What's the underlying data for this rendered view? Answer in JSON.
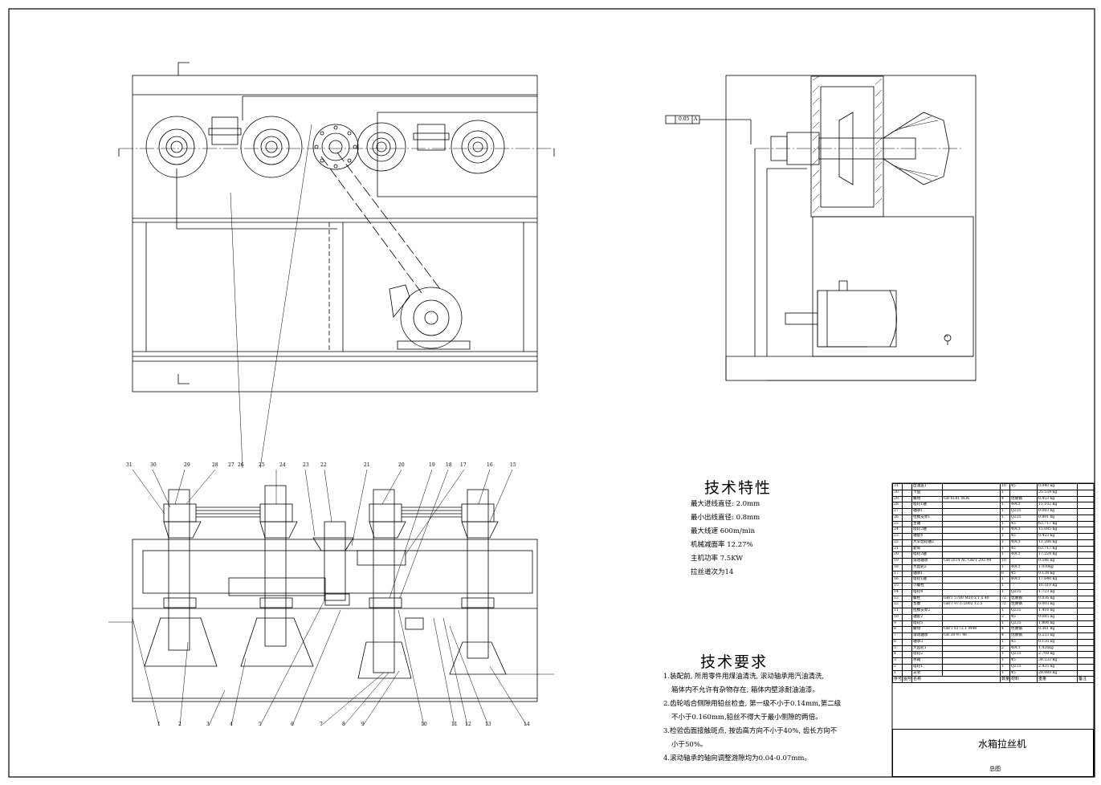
{
  "drawing": {
    "gtol_flatness": "0.05",
    "gtol_datum": "A",
    "datum_marker": "A",
    "callouts_top": [
      "31",
      "30",
      "29",
      "28",
      "27",
      "26",
      "25",
      "24",
      "23",
      "22",
      "21",
      "20",
      "19",
      "18",
      "17",
      "16",
      "15"
    ],
    "callouts_bottom": [
      "1",
      "2",
      "3",
      "4",
      "5",
      "6",
      "7",
      "8",
      "9",
      "10",
      "11",
      "12",
      "13",
      "14"
    ]
  },
  "tech_specs": {
    "title": "技术特性",
    "lines": [
      "最大进线直径: 2.0mm",
      "最小出线直径: 0.8mm",
      "最大线速 600m/min",
      "机械减面率 12.27%",
      "主机功率 7.5KW",
      "拉丝道次为14"
    ]
  },
  "tech_requirements": {
    "title": "技术要求",
    "lines": [
      "1.装配前, 所用零件用煤油清洗, 滚动轴承用汽油清洗,",
      "箱体内不允许有杂物存在, 箱体内壁涂耐油油漆。",
      "2.齿轮啮合侧隙用铅丝检查, 第一级不小于0.14mm,第二级",
      "不小于0.160mm,铅丝不得大于最小侧隙的两倍。",
      "3.检验齿面接触斑点, 按齿高方向不小于40%, 齿长方向不",
      "小于50%。",
      "4.滚动轴承的轴向调整游隙均为0.04-0.07mm。"
    ]
  },
  "bom": {
    "header": [
      "序号",
      "图号",
      "名称",
      "数量",
      "材料",
      "重量",
      "备注"
    ],
    "rows": [
      [
        "31",
        "",
        "出油盖1",
        "",
        "10",
        "45",
        "0.040 kg",
        ""
      ],
      [
        "30",
        "",
        "卡盘",
        "",
        "1",
        "",
        "35.559 kg",
        ""
      ],
      [
        "29",
        "",
        "螺母",
        "GB 6181 M36",
        "4",
        "优质钢",
        "0.453 kg",
        ""
      ],
      [
        "28",
        "",
        "塔轮1轴",
        "",
        "1",
        "40Cr",
        "15.102 kg",
        ""
      ],
      [
        "27",
        "",
        "轴承1",
        "",
        "1",
        "Q235",
        "0.083 kg",
        ""
      ],
      [
        "26",
        "",
        "拉模支架1",
        "",
        "1",
        "Q235",
        "0.891 kg",
        ""
      ],
      [
        "25",
        "",
        "主轴",
        "",
        "1",
        "45",
        "63.717 kg",
        ""
      ],
      [
        "24",
        "",
        "塔轮2轴",
        "",
        "1",
        "40Cr",
        "15.085 kg",
        ""
      ],
      [
        "23",
        "",
        "轴套4",
        "",
        "1",
        "45",
        "0.423 kg",
        ""
      ],
      [
        "22",
        "",
        "大伞齿轮轴2",
        "",
        "1",
        "40Cr",
        "11.266 kg",
        ""
      ],
      [
        "21",
        "",
        "套筒",
        "",
        "1",
        "45",
        "63.717 kg",
        ""
      ],
      [
        "20",
        "",
        "塔轮3轴",
        "",
        "1",
        "40Cr",
        "17.224 kg",
        ""
      ],
      [
        "19",
        "",
        "滚动轴承",
        "GB/T014 AC GB/T 292-94",
        "10",
        "",
        "0.546 kg",
        ""
      ],
      [
        "18",
        "",
        "大齿轮2",
        "",
        "1",
        "40Cr",
        "1.030kg",
        ""
      ],
      [
        "17",
        "",
        "轴承1",
        "",
        "6",
        "45",
        "0.138 kg",
        ""
      ],
      [
        "16",
        "",
        "塔轮1轴",
        "",
        "1",
        "40Cr",
        "17.640 kg",
        ""
      ],
      [
        "15",
        "",
        "小螺栓",
        "",
        "1",
        "",
        "10.519 kg",
        ""
      ],
      [
        "14",
        "",
        "塔轮4",
        "",
        "1",
        "Q235",
        "1.723 kg",
        ""
      ],
      [
        "13",
        "",
        "螺栓",
        "GB/T 5780 M10 x 1 x 40",
        "72",
        "优质钢",
        "0.036 kg",
        ""
      ],
      [
        "12",
        "",
        "垫圈",
        "GB/T 97.1-2002 12.5",
        "72",
        "优质钢",
        "0.003 kg",
        ""
      ],
      [
        "11",
        "",
        "拉模支架2",
        "",
        "1",
        "Q235",
        "1.416 kg",
        ""
      ],
      [
        "10",
        "",
        "轴套2",
        "",
        "2",
        "45",
        "0.085 kg",
        ""
      ],
      [
        "9",
        "",
        "塔轮5",
        "",
        "1",
        "Q235",
        "1.806 kg",
        ""
      ],
      [
        "8",
        "",
        "螺母",
        "GB/T 6172.1 M48",
        "4",
        "优质钢",
        "0.361 kg",
        ""
      ],
      [
        "7",
        "",
        "滚动轴承",
        "GB 30-97 46",
        "4",
        "优质钢",
        "0.233 kg",
        ""
      ],
      [
        "6",
        "",
        "轴承3",
        "",
        "1",
        "45",
        "0.150 kg",
        ""
      ],
      [
        "5",
        "",
        "大齿轮1",
        "",
        "2",
        "40Cr",
        "1.426kg",
        ""
      ],
      [
        "4",
        "",
        "塔轮2",
        "",
        "1",
        "Q235",
        "2.708 kg",
        ""
      ],
      [
        "3",
        "",
        "水箱",
        "",
        "1",
        "45",
        "38.232 kg",
        ""
      ],
      [
        "2",
        "",
        "塔轮1",
        "",
        "1",
        "Q235",
        "2.435 kg",
        ""
      ],
      [
        "1",
        "",
        "支架",
        "",
        "1",
        "45",
        "28.989 kg",
        ""
      ]
    ],
    "title_name": "水箱拉丝机",
    "title_sub": "总图"
  }
}
